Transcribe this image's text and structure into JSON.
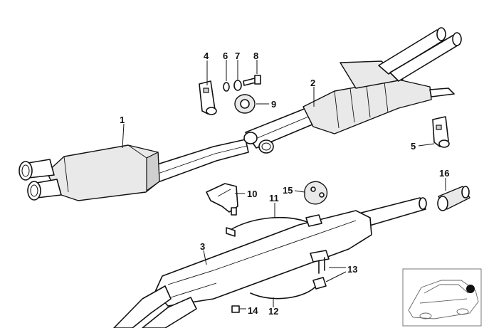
{
  "callouts": {
    "c1": "1",
    "c2": "2",
    "c3": "3",
    "c4": "4",
    "c5": "5",
    "c6": "6",
    "c7": "7",
    "c8": "8",
    "c9": "9",
    "c10": "10",
    "c11": "11",
    "c12": "12",
    "c13": "13",
    "c14": "14",
    "c15": "15",
    "c16": "16"
  },
  "colors": {
    "line": "#111111",
    "shade": "#e9e9e9",
    "marker": "#111111"
  }
}
